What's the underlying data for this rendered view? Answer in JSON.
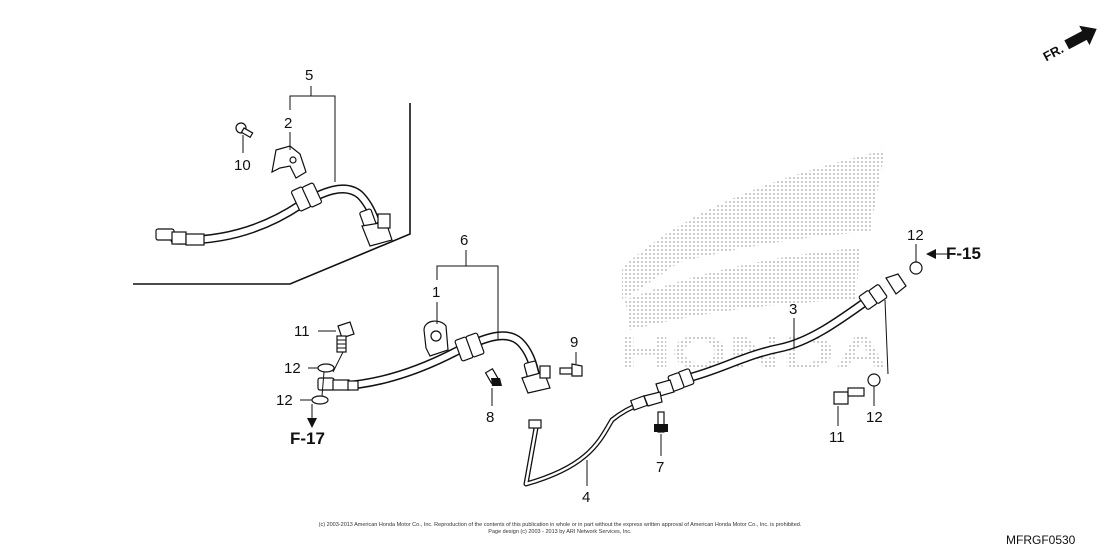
{
  "callouts": {
    "c1": "1",
    "c2": "2",
    "c3": "3",
    "c4": "4",
    "c5": "5",
    "c6": "6",
    "c7": "7",
    "c8": "8",
    "c9": "9",
    "c10": "10",
    "c11a": "11",
    "c11b": "11",
    "c12a": "12",
    "c12b": "12",
    "c12c": "12",
    "c12d": "12"
  },
  "refs": {
    "f15": "F-15",
    "f17": "F-17",
    "fr": "FR."
  },
  "watermark": {
    "brand": "HONDA"
  },
  "footer": {
    "copyright_line1": "(c) 2003-2013 American Honda Motor Co., Inc. Reproduction of the contents of this publication in whole or in part without the express written approval of American Honda Motor Co., Inc. is prohibited.",
    "copyright_line2": "Page design (c) 2003 - 2013 by ARI Network Services, Inc.",
    "diagram_code": "MFRGF0530"
  },
  "colors": {
    "ink": "#111111",
    "halftone": "#b8b8b8",
    "paper": "#ffffff"
  }
}
